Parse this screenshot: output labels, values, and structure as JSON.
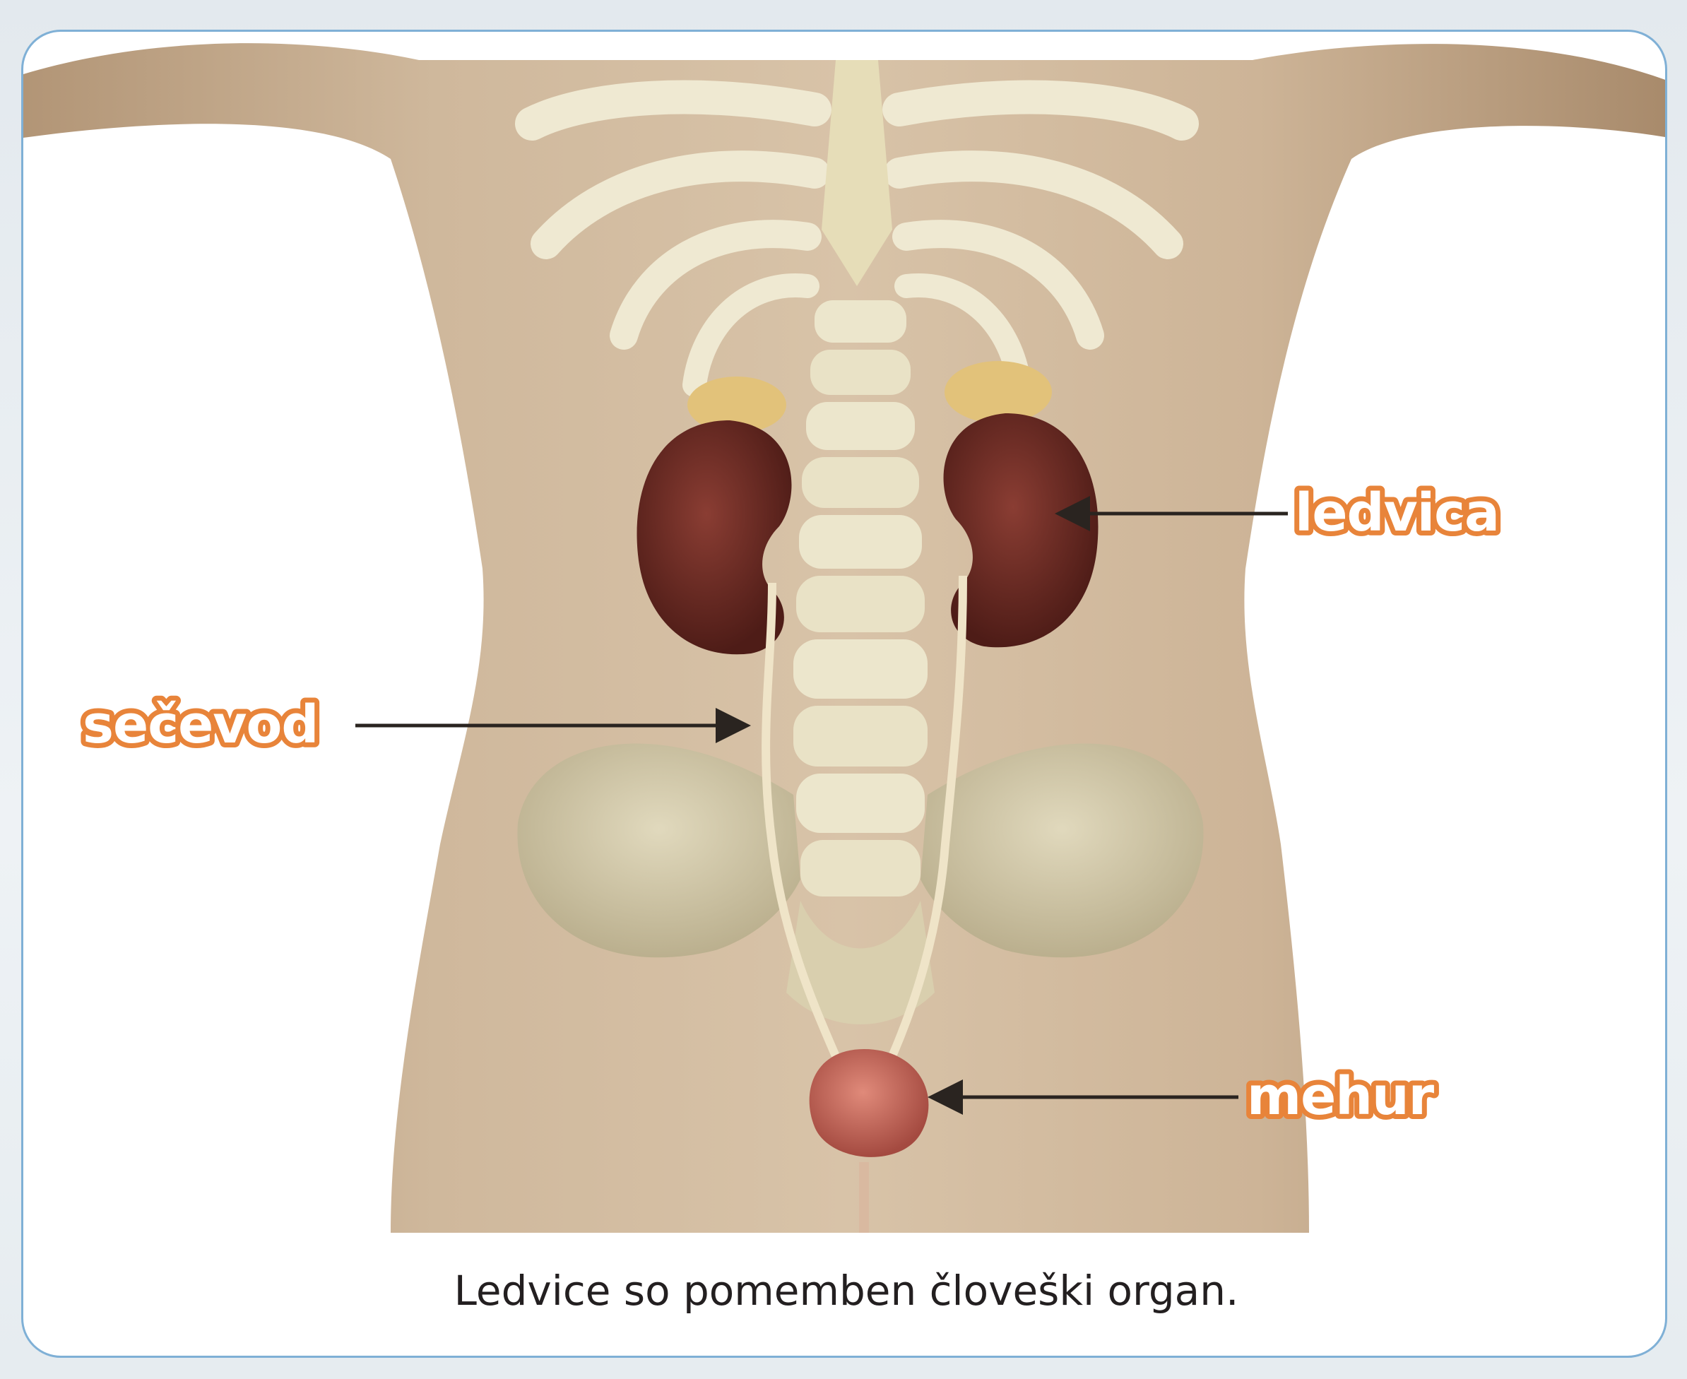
{
  "labels": {
    "kidney": "ledvica",
    "ureter": "sečevod",
    "bladder": "mehur"
  },
  "caption": "Ledvice so pomemben človeški organ.",
  "colors": {
    "label_outline": "#e8843a",
    "label_fill": "#ffffff",
    "card_border": "#7fb0d6",
    "kidney": "#6b2a24",
    "bladder": "#c8645a",
    "skin": "#cdb498",
    "bone": "#efe9d2"
  }
}
